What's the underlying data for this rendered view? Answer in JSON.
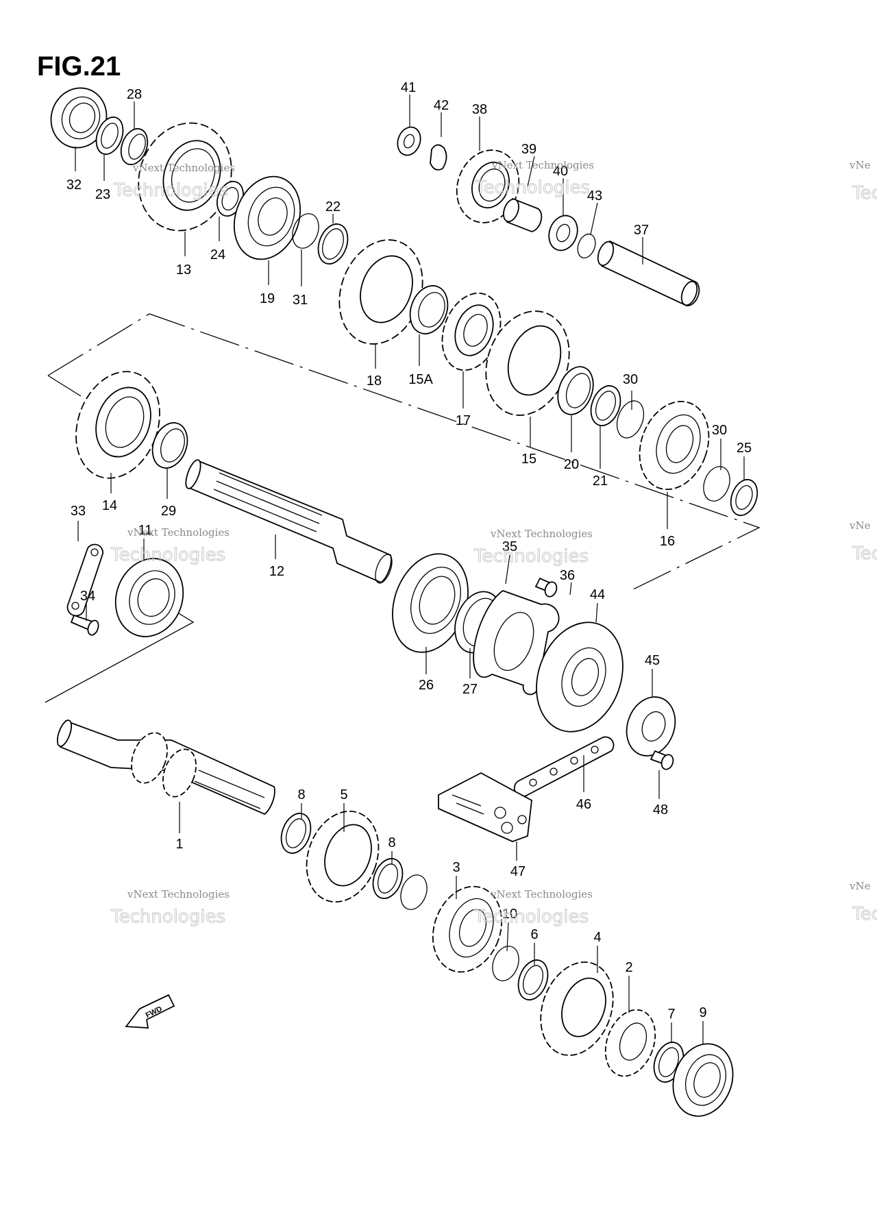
{
  "figure": {
    "title": "FIG.21"
  },
  "watermark": {
    "line1": "vNext Technologies",
    "line2": "Technologies",
    "edge1": "vNe",
    "edge2": "Tec"
  },
  "fwd_arrow": {
    "label": "FWD"
  },
  "part_labels": [
    {
      "id": "32",
      "text": "32"
    },
    {
      "id": "23",
      "text": "23"
    },
    {
      "id": "28",
      "text": "28"
    },
    {
      "id": "13",
      "text": "13"
    },
    {
      "id": "24",
      "text": "24"
    },
    {
      "id": "19",
      "text": "19"
    },
    {
      "id": "31",
      "text": "31"
    },
    {
      "id": "22",
      "text": "22"
    },
    {
      "id": "41",
      "text": "41"
    },
    {
      "id": "42",
      "text": "42"
    },
    {
      "id": "38",
      "text": "38"
    },
    {
      "id": "39",
      "text": "39"
    },
    {
      "id": "40",
      "text": "40"
    },
    {
      "id": "43",
      "text": "43"
    },
    {
      "id": "37",
      "text": "37"
    },
    {
      "id": "18",
      "text": "18"
    },
    {
      "id": "15A",
      "text": "15A"
    },
    {
      "id": "17",
      "text": "17"
    },
    {
      "id": "15",
      "text": "15"
    },
    {
      "id": "20",
      "text": "20"
    },
    {
      "id": "21",
      "text": "21"
    },
    {
      "id": "30a",
      "text": "30"
    },
    {
      "id": "30b",
      "text": "30"
    },
    {
      "id": "25",
      "text": "25"
    },
    {
      "id": "16",
      "text": "16"
    },
    {
      "id": "14",
      "text": "14"
    },
    {
      "id": "29",
      "text": "29"
    },
    {
      "id": "12",
      "text": "12"
    },
    {
      "id": "33",
      "text": "33"
    },
    {
      "id": "11",
      "text": "11"
    },
    {
      "id": "34",
      "text": "34"
    },
    {
      "id": "35",
      "text": "35"
    },
    {
      "id": "36",
      "text": "36"
    },
    {
      "id": "44",
      "text": "44"
    },
    {
      "id": "26",
      "text": "26"
    },
    {
      "id": "27",
      "text": "27"
    },
    {
      "id": "45",
      "text": "45"
    },
    {
      "id": "46",
      "text": "46"
    },
    {
      "id": "48",
      "text": "48"
    },
    {
      "id": "47",
      "text": "47"
    },
    {
      "id": "1",
      "text": "1"
    },
    {
      "id": "8a",
      "text": "8"
    },
    {
      "id": "5",
      "text": "5"
    },
    {
      "id": "8b",
      "text": "8"
    },
    {
      "id": "3",
      "text": "3"
    },
    {
      "id": "10",
      "text": "10"
    },
    {
      "id": "6",
      "text": "6"
    },
    {
      "id": "4",
      "text": "4"
    },
    {
      "id": "2",
      "text": "2"
    },
    {
      "id": "7",
      "text": "7"
    },
    {
      "id": "9",
      "text": "9"
    }
  ]
}
